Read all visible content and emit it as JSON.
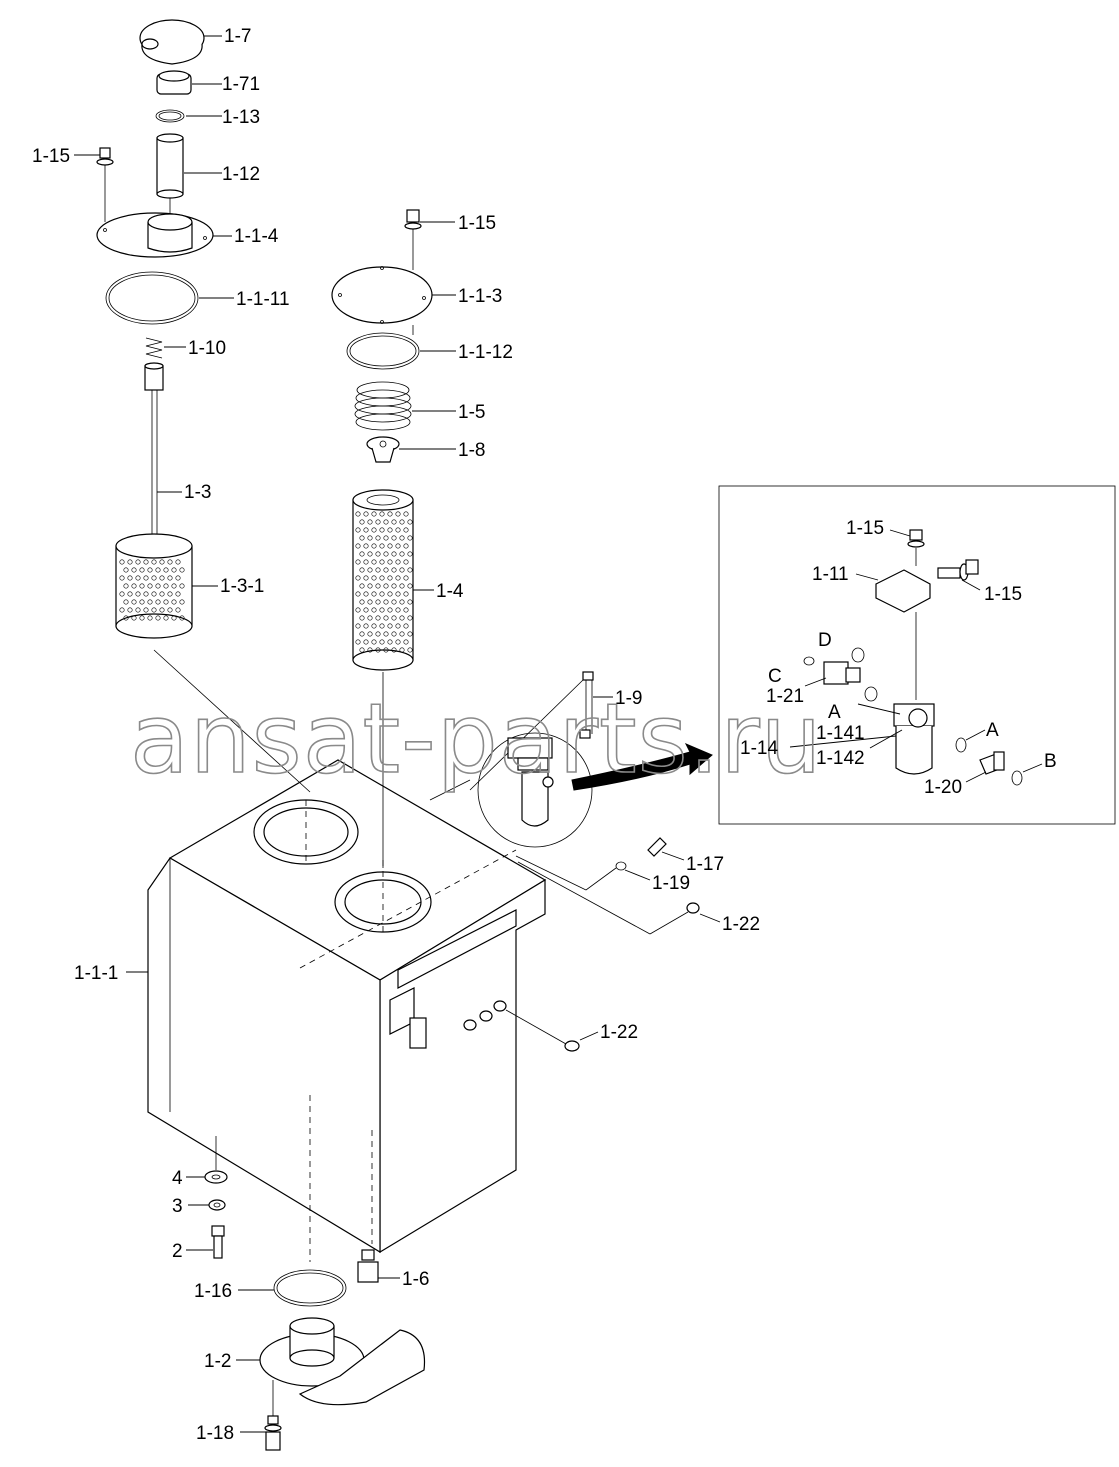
{
  "watermark": "ansat-parts.ru",
  "labels": {
    "p1_7": "1-7",
    "p1_71": "1-71",
    "p1_13": "1-13",
    "p1_15_top": "1-15",
    "p1_12": "1-12",
    "p1_1_4": "1-1-4",
    "p1_1_11": "1-1-11",
    "p1_10": "1-10",
    "p1_3": "1-3",
    "p1_3_1": "1-3-1",
    "p1_15_mid": "1-15",
    "p1_1_3": "1-1-3",
    "p1_1_12": "1-1-12",
    "p1_5": "1-5",
    "p1_8": "1-8",
    "p1_4": "1-4",
    "p1_9": "1-9",
    "p1_17": "1-17",
    "p1_19": "1-19",
    "p1_22_a": "1-22",
    "p1_1_1": "1-1-1",
    "p1_22_b": "1-22",
    "p4": "4",
    "p3": "3",
    "p2": "2",
    "p1_6": "1-6",
    "p1_16": "1-16",
    "p1_2": "1-2",
    "p1_18": "1-18",
    "d1_15_a": "1-15",
    "d1_11": "1-11",
    "d1_15_b": "1-15",
    "dD": "D",
    "dC": "C",
    "d1_21": "1-21",
    "dA_left": "A",
    "d1_141": "1-141",
    "d1_14": "1-14",
    "d1_142": "1-142",
    "dA_right": "A",
    "dB": "B",
    "d1_20": "1-20"
  }
}
